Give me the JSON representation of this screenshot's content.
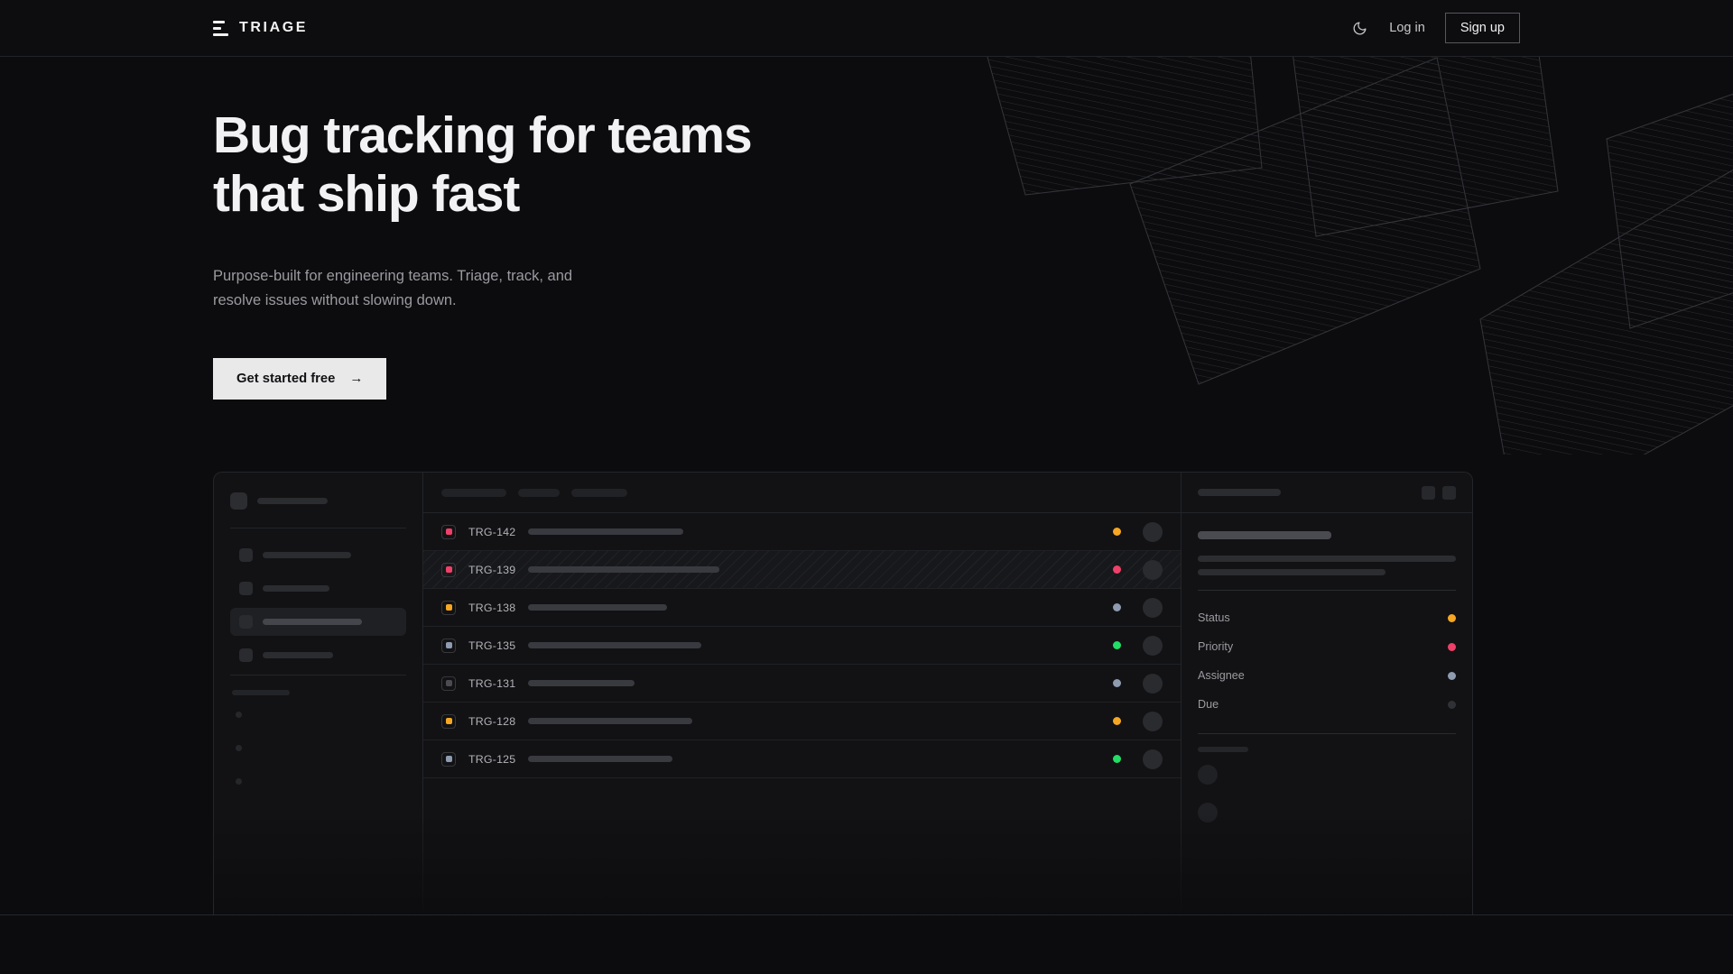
{
  "brand": {
    "name": "TRIAGE",
    "logo_icon": "stacked-bars-icon"
  },
  "nav": {
    "theme_toggle_icon": "moon-icon",
    "login_label": "Log in",
    "signup_label": "Sign up"
  },
  "hero": {
    "headline": "Bug tracking for teams\nthat ship fast",
    "subhead": "Purpose-built for engineering teams. Triage, track, and\nresolve issues without slowing down.",
    "cta_label": "Get started free",
    "cta_arrow_icon": "arrow-right-icon"
  },
  "colors": {
    "background": "#0c0c0e",
    "surface": "#121214",
    "border": "#242529",
    "text": "#f2f2f4",
    "muted": "#9a9aa0",
    "cta_bg": "#e9e9ea",
    "amber": "#f5a623",
    "pink": "#ef4069",
    "green": "#22dd66",
    "slate": "#8e9bb0",
    "gray": "#4b4c52"
  },
  "app": {
    "sidebar": {
      "nav_rows": 4,
      "active_index": 2,
      "footer_dots": 3
    },
    "list": {
      "filters": [
        72,
        46,
        62
      ],
      "rows": [
        {
          "id": "TRG-142",
          "priority_color": "#ef4069",
          "status_color": "#f5a623",
          "title_width": 172,
          "selected": false
        },
        {
          "id": "TRG-139",
          "priority_color": "#ef4069",
          "status_color": "#ef4069",
          "title_width": 212,
          "selected": true
        },
        {
          "id": "TRG-138",
          "priority_color": "#f5a623",
          "status_color": "#8e9bb0",
          "title_width": 154,
          "selected": false
        },
        {
          "id": "TRG-135",
          "priority_color": "#8e9bb0",
          "status_color": "#22dd66",
          "title_width": 192,
          "selected": false
        },
        {
          "id": "TRG-131",
          "priority_color": "#4b4c52",
          "status_color": "#8e9bb0",
          "title_width": 118,
          "selected": false
        },
        {
          "id": "TRG-128",
          "priority_color": "#f5a623",
          "status_color": "#f5a623",
          "title_width": 182,
          "selected": false
        },
        {
          "id": "TRG-125",
          "priority_color": "#8e9bb0",
          "status_color": "#22dd66",
          "title_width": 160,
          "selected": false
        }
      ]
    },
    "detail": {
      "description_lines": [
        286,
        208
      ],
      "meta": [
        {
          "label": "Status",
          "color": "#f5a623"
        },
        {
          "label": "Priority",
          "color": "#ef4069"
        },
        {
          "label": "Assignee",
          "color": "#8e9bb0"
        },
        {
          "label": "Due",
          "color": "#303136"
        }
      ],
      "comment_avatars": 2
    }
  }
}
